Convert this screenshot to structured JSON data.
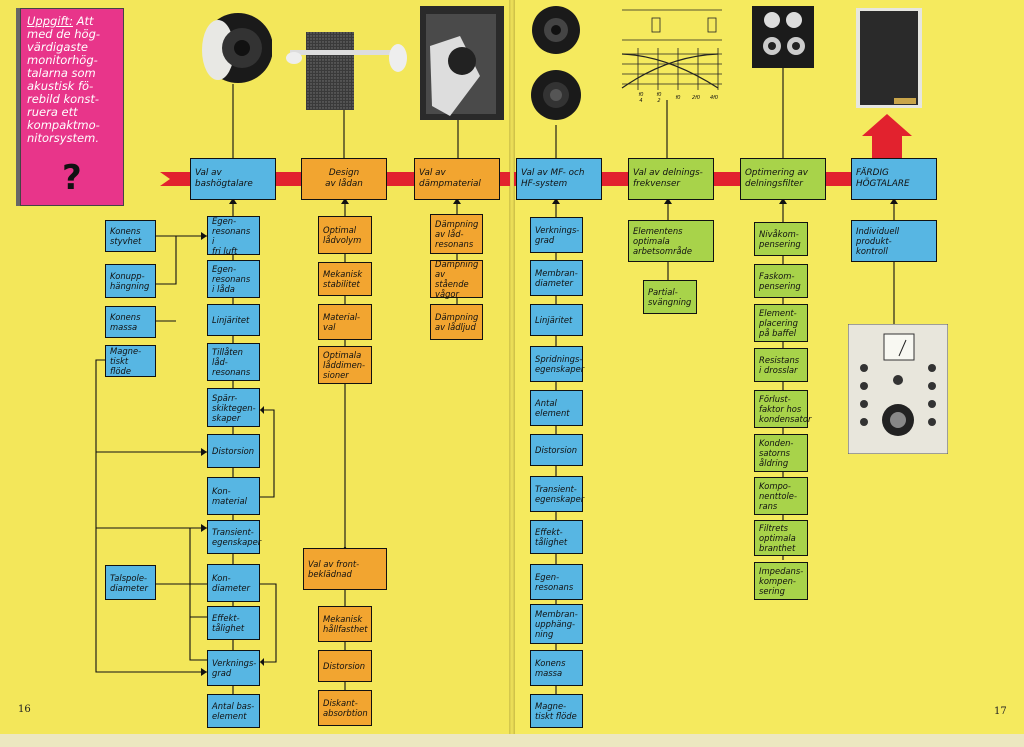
{
  "task": {
    "lead": "Uppgift:",
    "text": "Att\nmed de hög-\nvärdigaste\nmonitorhög-\ntalarna som\nakustisk fö-\nrebild konst-\nruera ett\nkompaktmo-\nnitorsystem.",
    "mark": "?"
  },
  "stages": [
    {
      "label": "Val av\nbashögtalare",
      "color": "blue"
    },
    {
      "label": "Design\nav lådan",
      "color": "orange"
    },
    {
      "label": "Val av\ndämpmaterial",
      "color": "orange"
    },
    {
      "label": "Val av MF- och\nHF-system",
      "color": "blue"
    },
    {
      "label": "Val av delnings-\nfrekvenser",
      "color": "green"
    },
    {
      "label": "Optimering av\ndelningsfilter",
      "color": "green"
    },
    {
      "label": "FÄRDIG\nHÖGTALARE",
      "color": "blue"
    }
  ],
  "bass_items": [
    "Egen-\nresonans i\nfri luft",
    "Egen-\nresonans\ni låda",
    "Linjäritet",
    "Tillåten\nlåd-\nresonans",
    "Spärr-\nskiktegen-\nskaper",
    "Distorsion",
    "Kon-\nmaterial",
    "Transient-\negenskaper",
    "Kon-\ndiameter",
    "Effekt-\ntålighet",
    "Verknings-\ngrad",
    "Antal bas-\nelement"
  ],
  "bass_factors": [
    "Konens\nstyvhet",
    "Konupp-\nhängning",
    "Konens\nmassa",
    "Magne-\ntiskt flöde",
    "Talspole-\ndiameter"
  ],
  "design_items": [
    "Optimal\nlådvolym",
    "Mekanisk\nstabilitet",
    "Material-\nval",
    "Optimala\nlåddimen-\nsioner"
  ],
  "front": {
    "label": "Val av front-\nbeklädnad",
    "items": [
      "Mekanisk\nhållfasthet",
      "Distorsion",
      "Diskant-\nabsorbtion"
    ]
  },
  "damping_items": [
    "Dämpning\nav låd-\nresonans",
    "Dämpning\nav stående\nvågor",
    "Dämpning\nav lådljud"
  ],
  "mfhf_items": [
    "Verknings-\ngrad",
    "Membran-\ndiameter",
    "Linjäritet",
    "Spridnings-\negenskaper",
    "Antal\nelement",
    "Distorsion",
    "Transient-\negenskaper",
    "Effekt-\ntålighet",
    "Egen-\nresonans",
    "Membran-\nupphäng-\nning",
    "Konens\nmassa",
    "Magne-\ntiskt flöde"
  ],
  "crossover_items": [
    "Elementens\noptimala\narbetsområde",
    "Partial-\nsvängning"
  ],
  "filter_items": [
    "Nivåkom-\npensering",
    "Faskom-\npensering",
    "Element-\nplacering\npå baffel",
    "Resistans\ni drosslar",
    "Förlust-\nfaktor hos\nkondensator",
    "Konden-\nsatorns\nåldring",
    "Kompo-\nnenttole-\nrans",
    "Filtrets\noptimala\nbranthet",
    "Impedans-\nkompen-\nsering"
  ],
  "final_items": [
    "Individuell\nprodukt-\nkontroll"
  ],
  "crossover_graph": {
    "ticks": [
      "f0\n4",
      "f0\n2",
      "f0",
      "2f0",
      "4f0"
    ]
  },
  "pages": {
    "left": "16",
    "right": "17"
  },
  "colors": {
    "blue": "#57b6e3",
    "orange": "#f2a530",
    "green": "#a8d34a",
    "band": "#e2222e",
    "task": "#e8358a",
    "background": "#f3e75a"
  }
}
